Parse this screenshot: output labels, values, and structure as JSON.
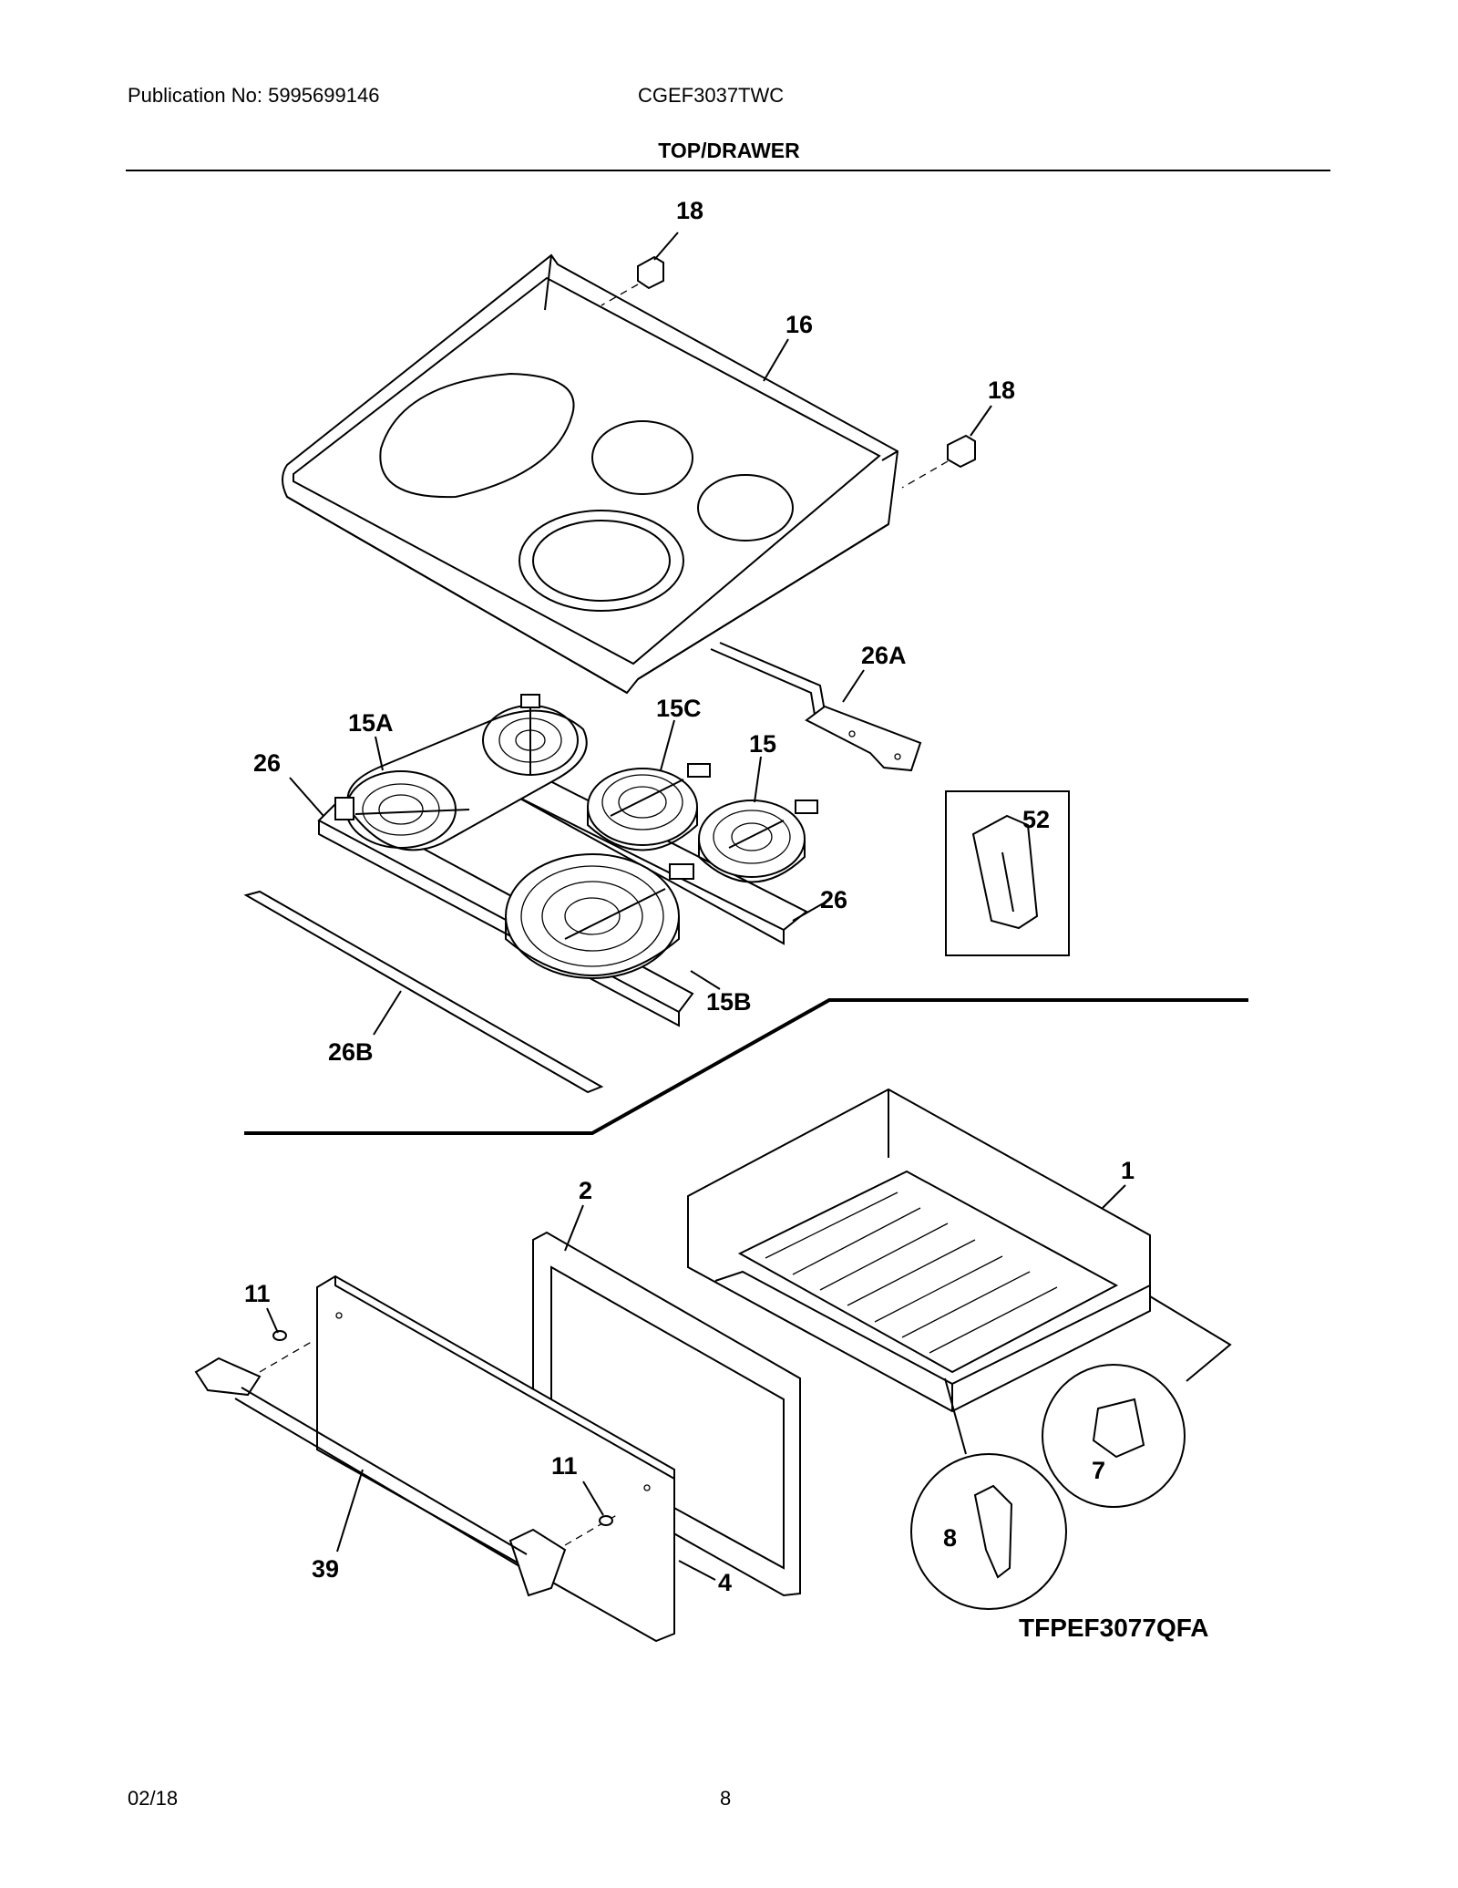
{
  "header": {
    "publication": "Publication No: 5995699146",
    "model": "CGEF3037TWC",
    "section": "TOP/DRAWER"
  },
  "callouts": {
    "c18a": "18",
    "c16": "16",
    "c18b": "18",
    "c26a": "26A",
    "c15a": "15A",
    "c15c": "15C",
    "c15": "15",
    "c26_left": "26",
    "c52": "52",
    "c26_right": "26",
    "c15b": "15B",
    "c26b": "26B",
    "c1": "1",
    "c2": "2",
    "c11_top": "11",
    "c11_bottom": "11",
    "c7": "7",
    "c8": "8",
    "c39": "39",
    "c4": "4"
  },
  "reference_code": "TFPEF3077QFA",
  "footer": {
    "date": "02/18",
    "page": "8"
  }
}
